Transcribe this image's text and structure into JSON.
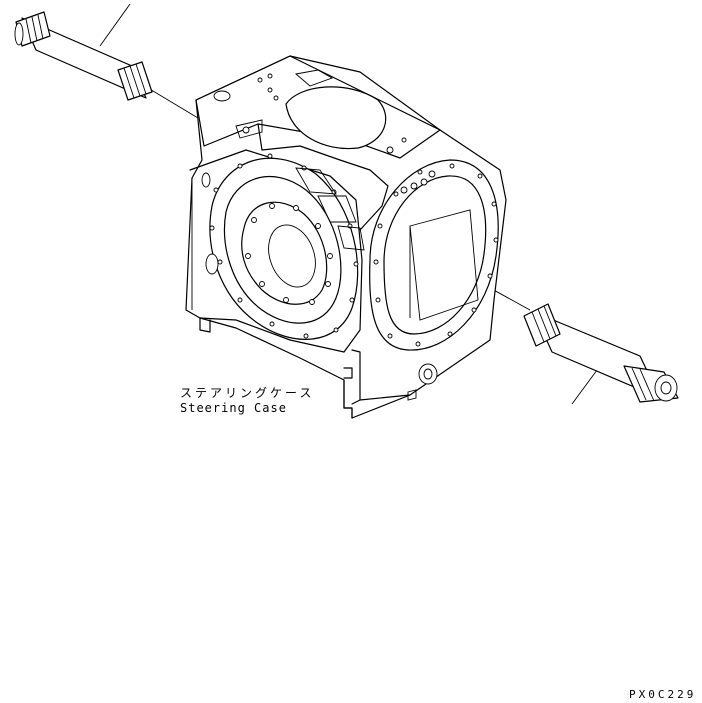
{
  "part_label": {
    "japanese": "ステアリングケース",
    "english": "Steering Case"
  },
  "drawing_code": "PX0C229"
}
